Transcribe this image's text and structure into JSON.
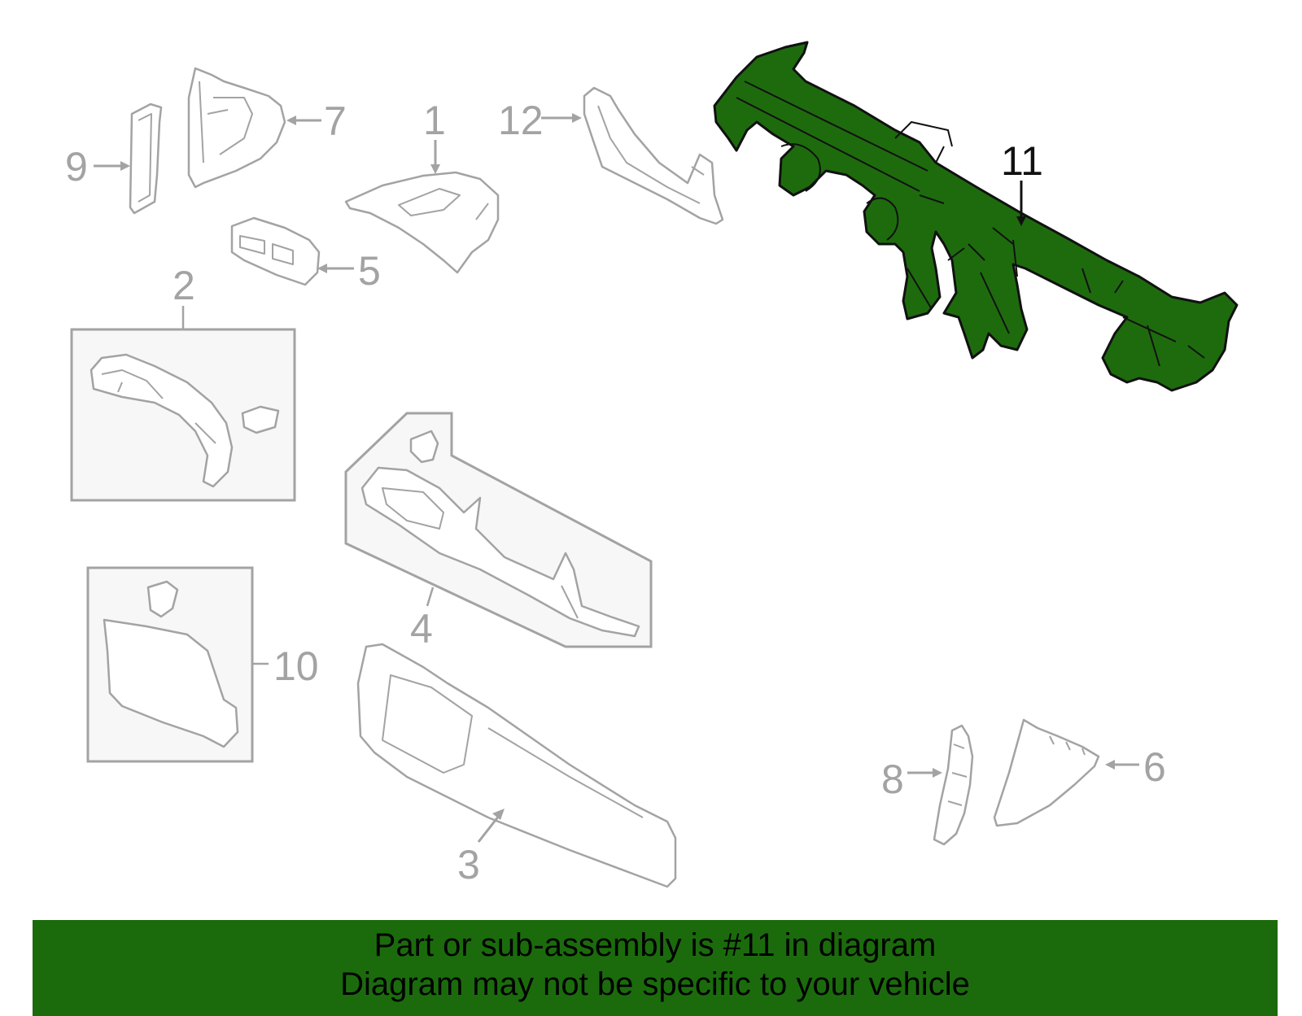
{
  "callouts": {
    "c1": "1",
    "c2": "2",
    "c3": "3",
    "c4": "4",
    "c5": "5",
    "c6": "6",
    "c7": "7",
    "c8": "8",
    "c9": "9",
    "c10": "10",
    "c11": "11",
    "c12": "12"
  },
  "highlighted_callout": "11",
  "colors": {
    "highlight_part": "#1e6b0e",
    "banner_background": "#1b6b0d",
    "outline_gray": "#a3a3a3"
  },
  "banner": {
    "line1": "Part or sub-assembly is #11 in diagram",
    "line2": "Diagram may not be specific to your vehicle"
  }
}
